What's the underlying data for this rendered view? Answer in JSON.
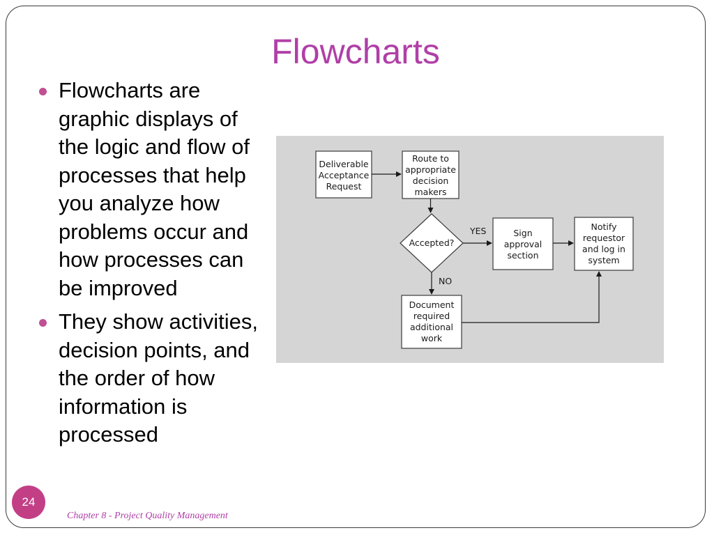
{
  "slide": {
    "title": "Flowcharts",
    "bullets": [
      "Flowcharts are graphic displays of the logic and flow of processes that help you analyze how problems occur and how processes can be improved",
      "They show activities, decision points, and the order of how information is processed"
    ],
    "slide_number": "24",
    "footer": "Chapter 8 - Project Quality Management"
  },
  "flowchart": {
    "deliverable_box": [
      "Deliverable",
      "Acceptance",
      "Request"
    ],
    "route_box": [
      "Route to",
      "appropriate",
      "decision",
      "makers"
    ],
    "decision": "Accepted?",
    "yes_label": "YES",
    "no_label": "NO",
    "sign_box": [
      "Sign",
      "approval",
      "section"
    ],
    "notify_box": [
      "Notify",
      "requestor",
      "and log in",
      "system"
    ],
    "document_box": [
      "Document",
      "required",
      "additional",
      "work"
    ]
  }
}
